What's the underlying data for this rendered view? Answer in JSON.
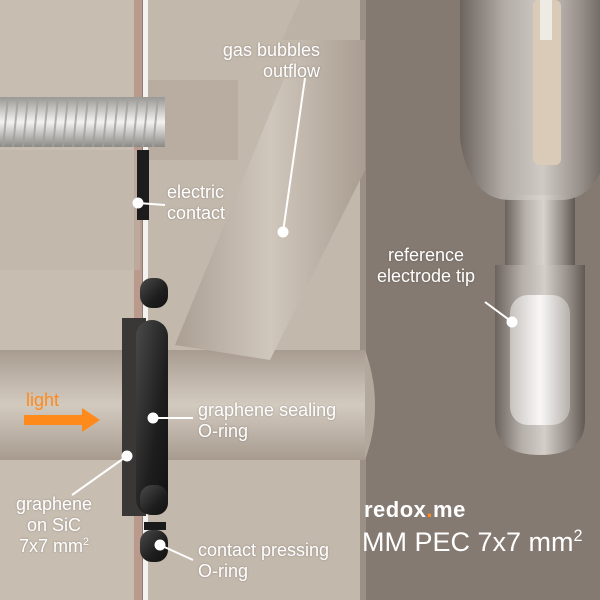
{
  "labels": {
    "gas_bubbles_line1": "gas bubbles",
    "gas_bubbles_line2": "outflow",
    "electric_line1": "electric",
    "electric_line2": "contact",
    "reference_line1": "reference",
    "reference_line2": "electrode tip",
    "light": "light",
    "sealing_line1": "graphene sealing",
    "sealing_line2": "O-ring",
    "graphene_line1": "graphene",
    "graphene_line2": "on SiC",
    "graphene_line3_base": "7x7 mm",
    "graphene_line3_sup": "2",
    "pressing_line1": "contact pressing",
    "pressing_line2": "O-ring"
  },
  "brand": {
    "name_part1": "redox",
    "name_dot": ".",
    "name_part2": "me",
    "product_base": "MM PEC 7x7 mm",
    "product_sup": "2"
  },
  "colors": {
    "accent": "#ff8a1c",
    "text": "#ffffff"
  }
}
